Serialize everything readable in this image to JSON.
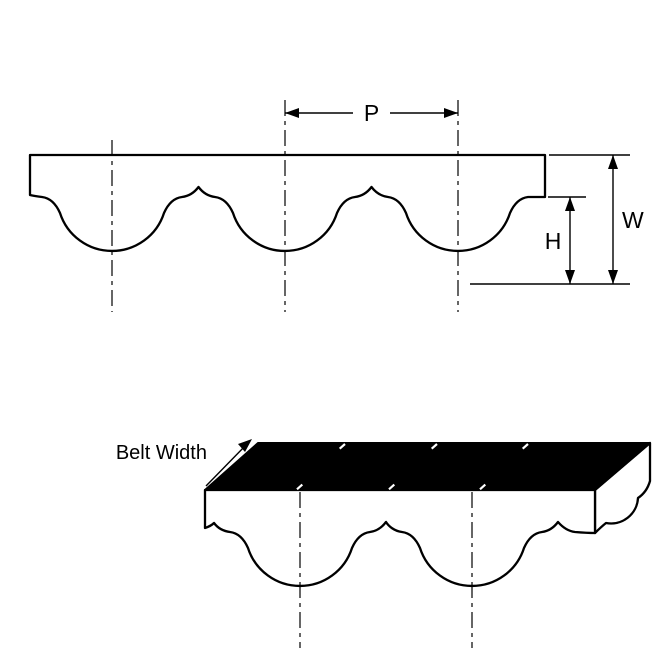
{
  "diagram": {
    "description": "Timing belt tooth profile drawing with pitch, height and width dimensions, and 3D belt-width view",
    "labels": {
      "pitch": "P",
      "width": "W",
      "height": "H",
      "belt_width": "Belt Width"
    },
    "colors": {
      "line": "#000000",
      "belt_fill": "#ffffff",
      "top_surface": "#000000",
      "background": "#ffffff"
    }
  }
}
